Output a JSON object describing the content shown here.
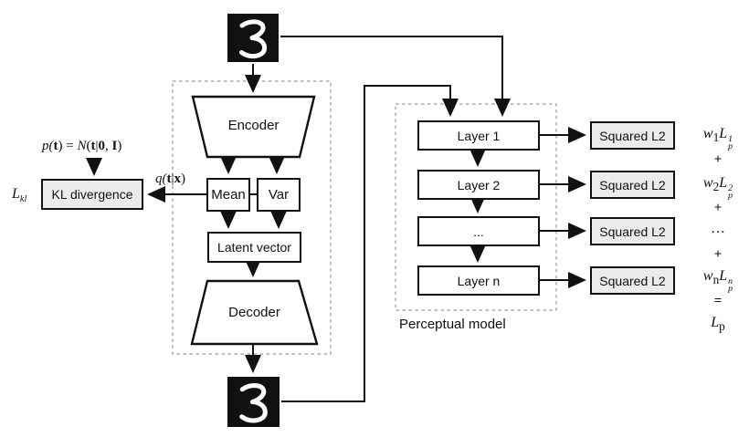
{
  "colors": {
    "line": "#111111",
    "box_border": "#111111",
    "gray_fill": "#ebebeb",
    "dashed_border": "#999999",
    "digit_bg": "#111111",
    "digit_fg": "#ffffff"
  },
  "vae": {
    "input_digit": "3",
    "output_digit": "3",
    "encoder_label": "Encoder",
    "decoder_label": "Decoder",
    "mean_label": "Mean",
    "var_label": "Var",
    "latent_label": "Latent vector",
    "kl_label": "KL divergence"
  },
  "math": {
    "prior": {
      "p": "p(",
      "t1": "t",
      "mid": ") = ",
      "n": "N",
      "open": "(",
      "t2": "t",
      "bar": "|",
      "zero": "0",
      "comma": ", ",
      "i": "I",
      "close": ")"
    },
    "posterior": {
      "q": "q(",
      "t": "t",
      "bar": "|",
      "x": "x",
      "close": ")"
    },
    "l_kl": {
      "base": "L",
      "sub": "kl"
    }
  },
  "perceptual": {
    "title": "Perceptual model",
    "layers": [
      "Layer 1",
      "Layer 2",
      "...",
      "Layer n"
    ],
    "squared_l2_label": "Squared L2"
  },
  "sum": {
    "term1": {
      "w": "w",
      "w_sub": "1",
      "l": "L",
      "l_sub": "p",
      "l_sup": "1"
    },
    "plus": "+",
    "term2": {
      "w": "w",
      "w_sub": "2",
      "l": "L",
      "l_sub": "p",
      "l_sup": "2"
    },
    "dots": "…",
    "termn": {
      "w": "w",
      "w_sub": "n",
      "l": "L",
      "l_sub": "p",
      "l_sup": "n"
    },
    "equals": "=",
    "total": {
      "l": "L",
      "l_sub": "p"
    }
  }
}
